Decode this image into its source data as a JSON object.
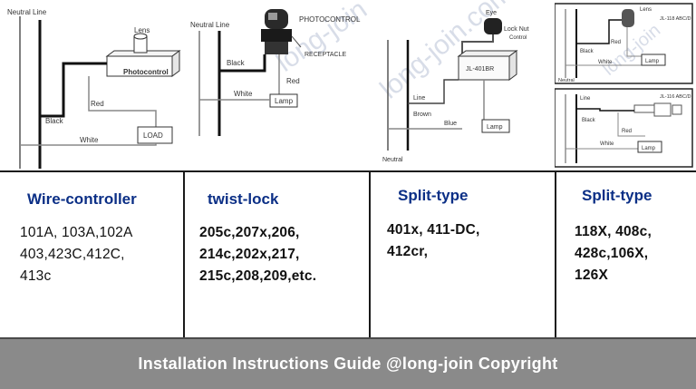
{
  "diagrams": {
    "wire_controller": {
      "neutral_line": "Neutral Line",
      "lens": "Lens",
      "photocontrol": "Photocontrol",
      "black": "Black",
      "red": "Red",
      "white": "White",
      "load": "LOAD"
    },
    "twist_lock": {
      "neutral_line": "Neutral Line",
      "photocontrol": "PHOTOCONTROL",
      "receptacle": "RECEPTACLE",
      "black": "Black",
      "red": "Red",
      "white": "White",
      "lamp": "Lamp"
    },
    "split_type_1": {
      "eye": "Eye",
      "lock_nut": "Lock Nut",
      "control": "Control",
      "model": "JL-401BR",
      "line": "Line",
      "brown": "Brown",
      "blue": "Blue",
      "lamp": "Lamp",
      "neutral": "Neutral"
    },
    "split_type_2": {
      "top": {
        "lens": "Lens",
        "model": "JL-118 ABC/D",
        "black": "Black",
        "red": "Red",
        "white": "White",
        "lamp": "Lamp",
        "neutral": "Neutral"
      },
      "bottom": {
        "line": "Line",
        "model": "JL-116 ABC/D",
        "black": "Black",
        "red": "Red",
        "white": "White",
        "lamp": "Lamp"
      }
    }
  },
  "columns": [
    {
      "title": "Wire-controller",
      "models": [
        "101A, 103A,102A",
        "403,423C,412C,",
        "413c"
      ]
    },
    {
      "title": "twist-lock",
      "models": [
        "205c,207x,206,",
        "214c,202x,217,",
        "215c,208,209,etc."
      ]
    },
    {
      "title": "Split-type",
      "models": [
        "401x, 411-DC,",
        "412cr,"
      ]
    },
    {
      "title": "Split-type",
      "models": [
        "118X, 408c,",
        "428c,106X,",
        "126X"
      ]
    }
  ],
  "footer": {
    "text": "Installation Instructions Guide @long-join Copyright"
  },
  "colors": {
    "title_blue": "#0b2f86",
    "footer_gray": "#8a8a8a"
  }
}
